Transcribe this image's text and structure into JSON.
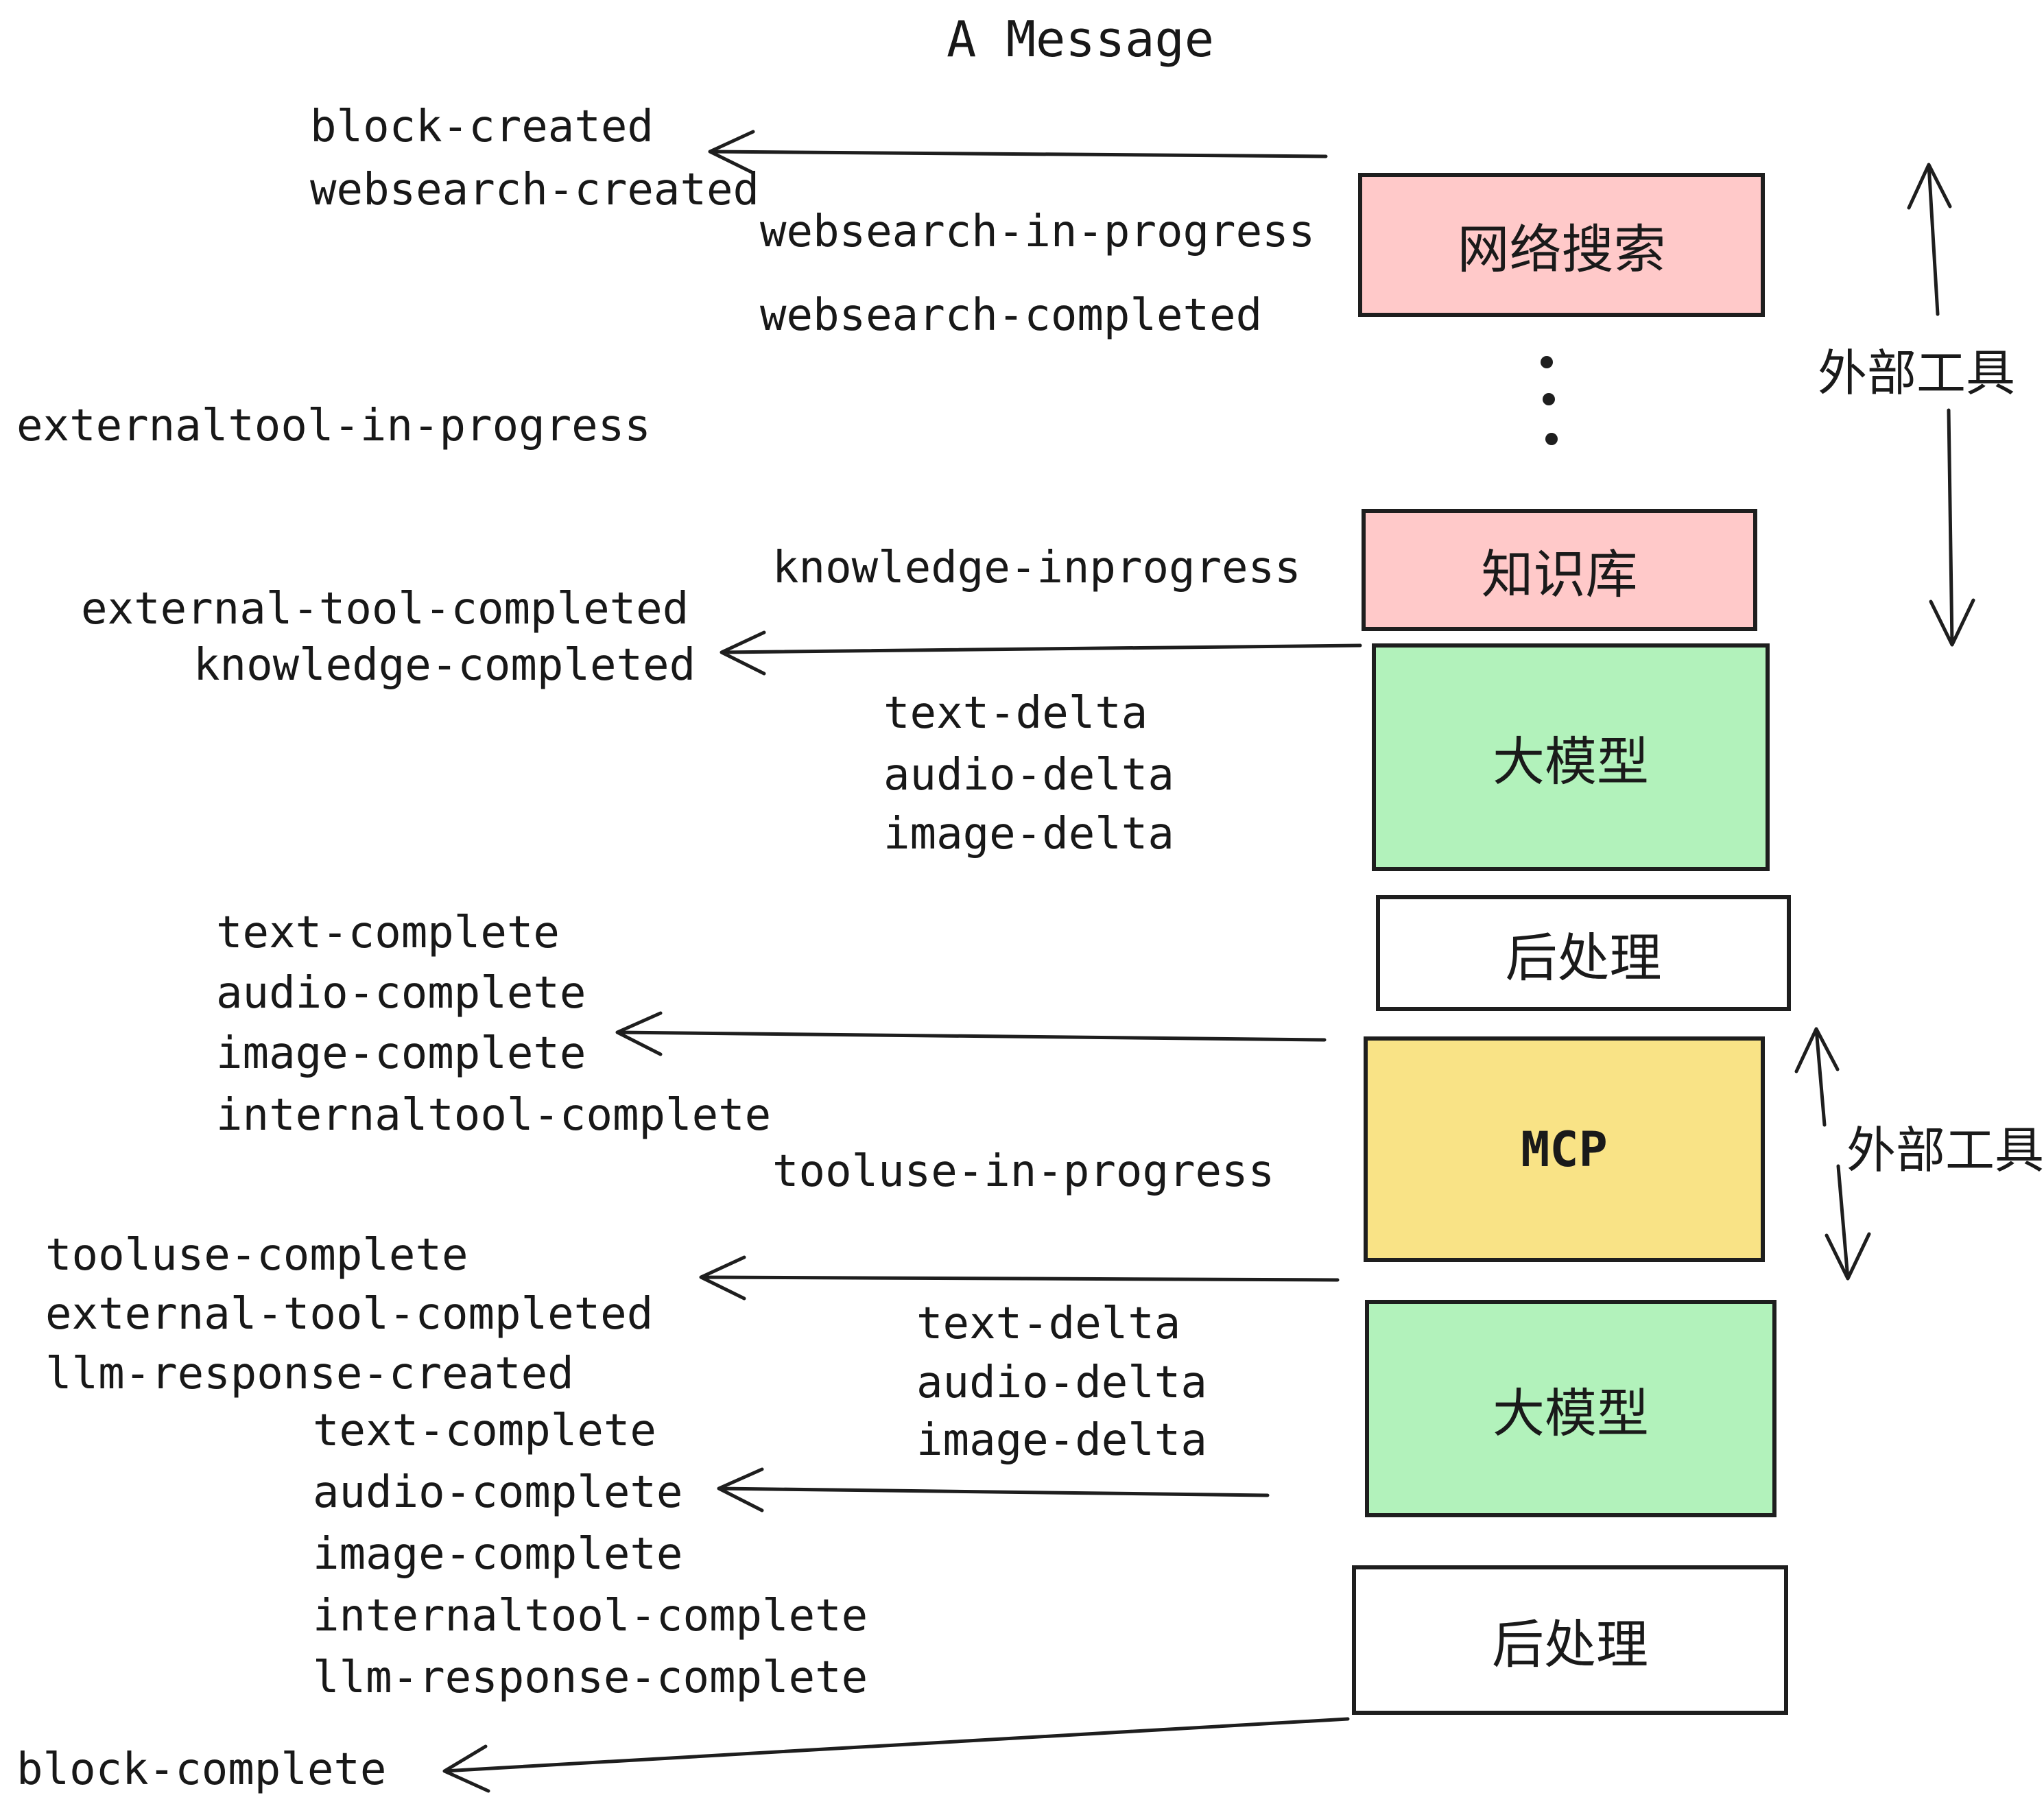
{
  "title": "A Message",
  "colors": {
    "pink": "#FFC9C9",
    "green": "#B2F2BB",
    "yellow": "#F9E386",
    "ink": "#1e1e1e",
    "background": "#ffffff"
  },
  "events": {
    "block_created": "block-created",
    "websearch_created": "websearch-created",
    "websearch_in_progress": "websearch-in-progress",
    "websearch_completed": "websearch-completed",
    "externaltool_in_progress": "externaltool-in-progress",
    "knowledge_inprogress": "knowledge-inprogress",
    "external_tool_completed": "external-tool-completed",
    "knowledge_completed": "knowledge-completed",
    "text_delta": "text-delta",
    "audio_delta": "audio-delta",
    "image_delta": "image-delta",
    "text_complete": "text-complete",
    "audio_complete": "audio-complete",
    "image_complete": "image-complete",
    "internaltool_complete": "internaltool-complete",
    "tooluse_in_progress": "tooluse-in-progress",
    "tooluse_complete": "tooluse-complete",
    "llm_response_created": "llm-response-created",
    "llm_response_complete": "llm-response-complete",
    "block_complete": "block-complete"
  },
  "boxes": {
    "websearch": "网络搜索",
    "knowledge": "知识库",
    "llm": "大模型",
    "post_process": "后处理",
    "mcp": "MCP"
  },
  "side_labels": {
    "external_tools": "外部工具"
  }
}
